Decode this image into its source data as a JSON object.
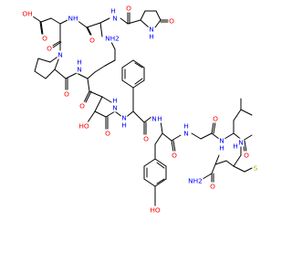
{
  "diagram_type": "skeletal structural formula",
  "colors": {
    "carbon_bond": "#000000",
    "oxygen": "#ff0000",
    "nitrogen": "#0000ff",
    "sulfur": "#b3b300",
    "background": "#ffffff"
  },
  "atom_labels": [
    {
      "id": "oh-acid",
      "text": "OH",
      "element": "O"
    },
    {
      "id": "o-acid",
      "text": "O",
      "element": "O"
    },
    {
      "id": "nh-asp",
      "text": "NH",
      "element": "N"
    },
    {
      "id": "o-ala",
      "text": "O",
      "element": "O"
    },
    {
      "id": "h-ala",
      "text": "H",
      "element": "N"
    },
    {
      "id": "n-ala",
      "text": "N",
      "element": "N"
    },
    {
      "id": "o-pyro-amide",
      "text": "O",
      "element": "O"
    },
    {
      "id": "h-pyro-ring",
      "text": "H",
      "element": "N"
    },
    {
      "id": "n-pyro-ring",
      "text": "N",
      "element": "N"
    },
    {
      "id": "o-pyro-ring",
      "text": "O",
      "element": "O"
    },
    {
      "id": "nh2-lys",
      "text": "NH2",
      "element": "N"
    },
    {
      "id": "n-pro",
      "text": "N",
      "element": "N"
    },
    {
      "id": "o-pro-asp",
      "text": "O",
      "element": "O"
    },
    {
      "id": "o-pro-co",
      "text": "O",
      "element": "O"
    },
    {
      "id": "n-lys",
      "text": "N",
      "element": "N"
    },
    {
      "id": "h-lys",
      "text": "H",
      "element": "N"
    },
    {
      "id": "o-lys",
      "text": "O",
      "element": "O"
    },
    {
      "id": "ho-thr",
      "text": "HO",
      "element": "O"
    },
    {
      "id": "n-thr",
      "text": "N",
      "element": "N"
    },
    {
      "id": "h-thr",
      "text": "H",
      "element": "N"
    },
    {
      "id": "o-thr",
      "text": "O",
      "element": "O"
    },
    {
      "id": "n-phe",
      "text": "N",
      "element": "N"
    },
    {
      "id": "h-phe",
      "text": "H",
      "element": "N"
    },
    {
      "id": "o-phe",
      "text": "O",
      "element": "O"
    },
    {
      "id": "n-tyr",
      "text": "N",
      "element": "N"
    },
    {
      "id": "h-tyr",
      "text": "H",
      "element": "N"
    },
    {
      "id": "n-gly",
      "text": "N",
      "element": "N"
    },
    {
      "id": "h-gly",
      "text": "H",
      "element": "N"
    },
    {
      "id": "o-gly",
      "text": "O",
      "element": "O"
    },
    {
      "id": "n-leu",
      "text": "N",
      "element": "N"
    },
    {
      "id": "h-leu",
      "text": "H",
      "element": "N"
    },
    {
      "id": "o-tyr",
      "text": "O",
      "element": "O"
    },
    {
      "id": "n-met",
      "text": "N",
      "element": "N"
    },
    {
      "id": "h-met",
      "text": "H",
      "element": "N"
    },
    {
      "id": "o-leu",
      "text": "O",
      "element": "O"
    },
    {
      "id": "s-met",
      "text": "S",
      "element": "S"
    },
    {
      "id": "ho-tyr",
      "text": "HO",
      "element": "O"
    },
    {
      "id": "o-met",
      "text": "O",
      "element": "O"
    },
    {
      "id": "nh2-met",
      "text": "NH2",
      "element": "N"
    }
  ]
}
